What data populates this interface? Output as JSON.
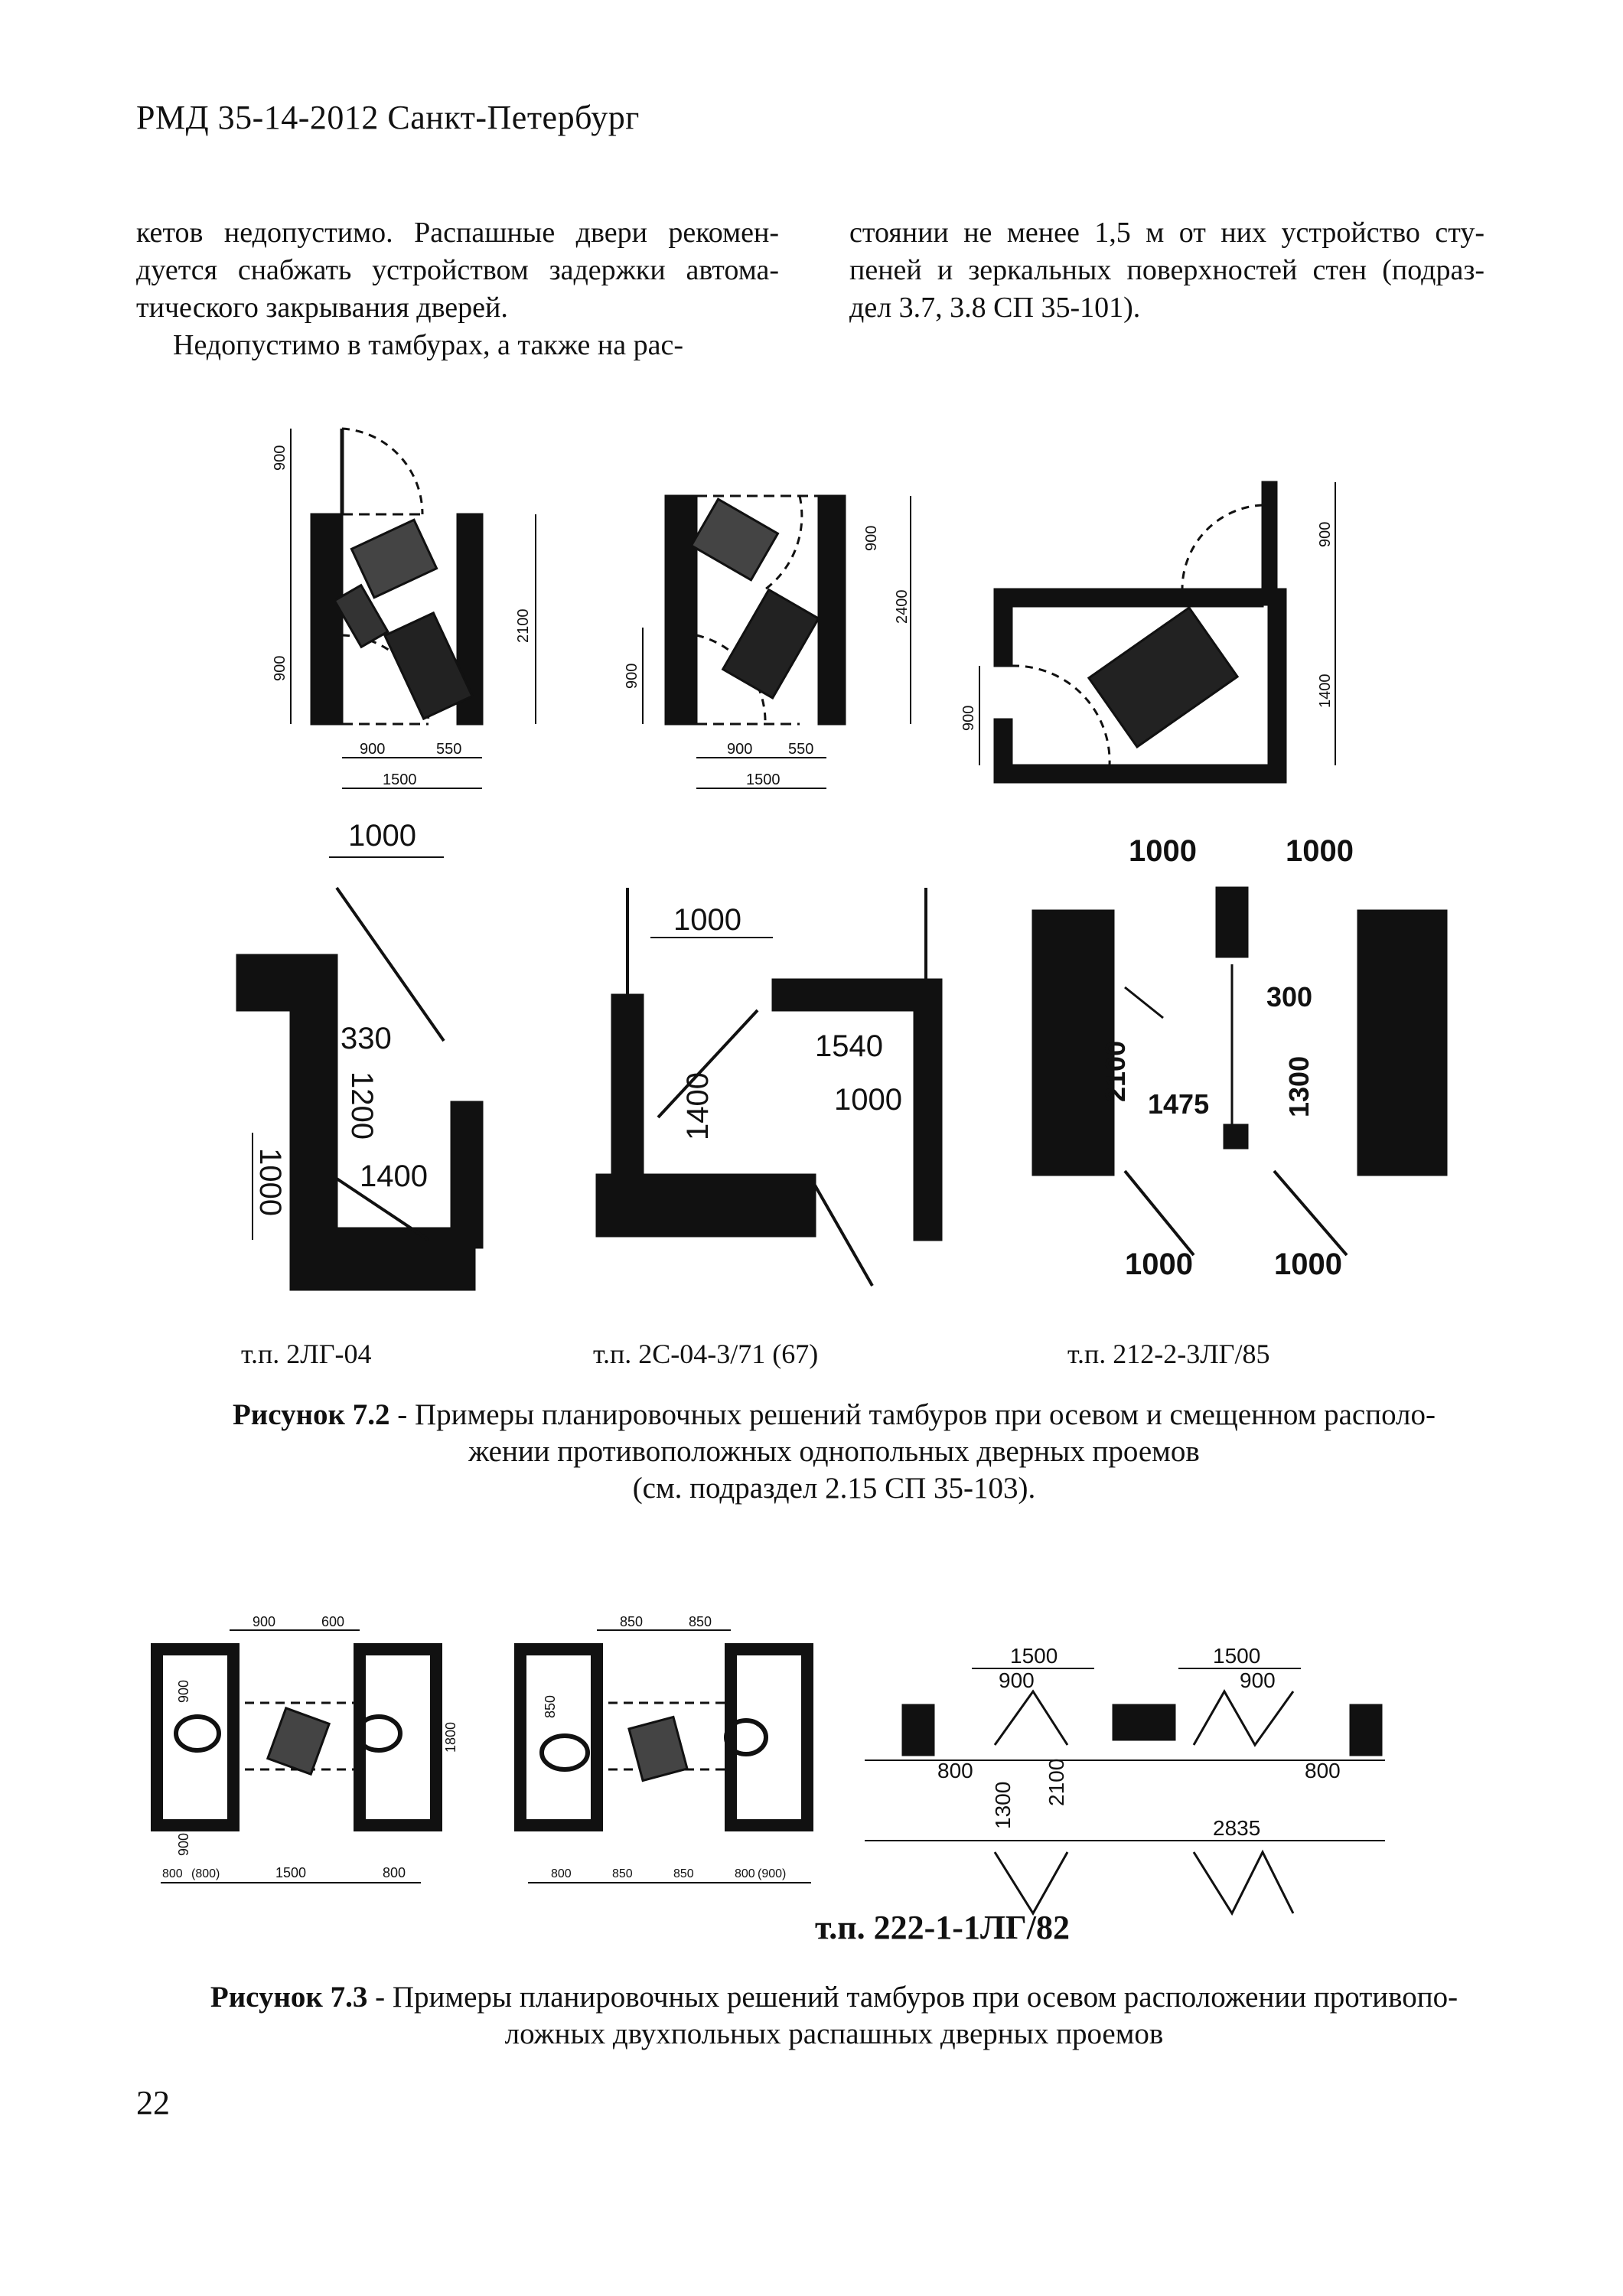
{
  "header": {
    "title": "РМД 35-14-2012 Санкт-Петербург"
  },
  "text": {
    "left_col": [
      "кетов недопустимо. Распашные двери рекомен-дуется снабжать устройством задержки автома-тического закрывания дверей.",
      "Недопустимо в тамбурах, а также на рас-"
    ],
    "right_col": [
      "стоянии не менее 1,5 м от них устройство сту-пеней и зеркальных поверхностей стен (подраз-дел 3.7, 3.8 СП 35-101)."
    ]
  },
  "figure_7_2": {
    "dims_a": {
      "d900_top": "900",
      "d900_bottom": "900",
      "d2100": "2100",
      "d900": "900",
      "d550": "550",
      "d1500": "1500"
    },
    "dims_b": {
      "d900_left": "900",
      "d900_right": "900",
      "d2400": "2400",
      "d900": "900",
      "d550": "550",
      "d1500": "1500"
    },
    "dims_c": {
      "d900_top": "900",
      "d1400": "1400",
      "d900_left": "900"
    },
    "dims_d": {
      "d1000": "1000",
      "d330": "330",
      "d1200": "1200",
      "d1400": "1400",
      "d1000_v": "1000"
    },
    "dims_e": {
      "d1000_top": "1000",
      "d1400": "1400",
      "d1540": "1540",
      "d1000": "1000"
    },
    "dims_f": {
      "d1000_tl": "1000",
      "d1000_tr": "1000",
      "d300": "300",
      "d2100": "2100",
      "d1475": "1475",
      "d1300": "1300",
      "d1000_bl": "1000",
      "d1000_br": "1000"
    },
    "labels": [
      "т.п. 2ЛГ-04",
      "т.п. 2С-04-3/71 (67)",
      "т.п. 212-2-3ЛГ/85"
    ],
    "caption_bold": "Рисунок 7.2",
    "caption_line1": " - Примеры планировочных решений тамбуров при осевом и смещенном располо-",
    "caption_line2": "жении противоположных однопольных дверных проемов",
    "caption_line3": "(см. подраздел 2.15 СП 35-103)."
  },
  "figure_7_3": {
    "dims_a": {
      "t900": "900",
      "t600": "600",
      "l900_top": "900",
      "l900_bottom": "900",
      "r1800": "1800",
      "b800": "800",
      "b800p": "(800)",
      "b1500": "1500",
      "b800r": "800"
    },
    "dims_b": {
      "t850a": "850",
      "t850b": "850",
      "l850": "850",
      "b800": "800",
      "b850a": "850",
      "b850b": "850",
      "b800p": "800",
      "b900p": "(900)"
    },
    "dims_c": {
      "t1500a": "1500",
      "t900a": "900",
      "t1500b": "1500",
      "t900b": "900",
      "d800l": "800",
      "d1300": "1300",
      "d2100": "2100",
      "d2835": "2835",
      "d800r": "800"
    },
    "label": "т.п. 222-1-1ЛГ/82",
    "caption_bold": "Рисунок 7.3",
    "caption_line1": " - Примеры планировочных решений тамбуров при осевом расположении противопо-",
    "caption_line2": "ложных двухпольных распашных дверных проемов"
  },
  "page_number": "22"
}
